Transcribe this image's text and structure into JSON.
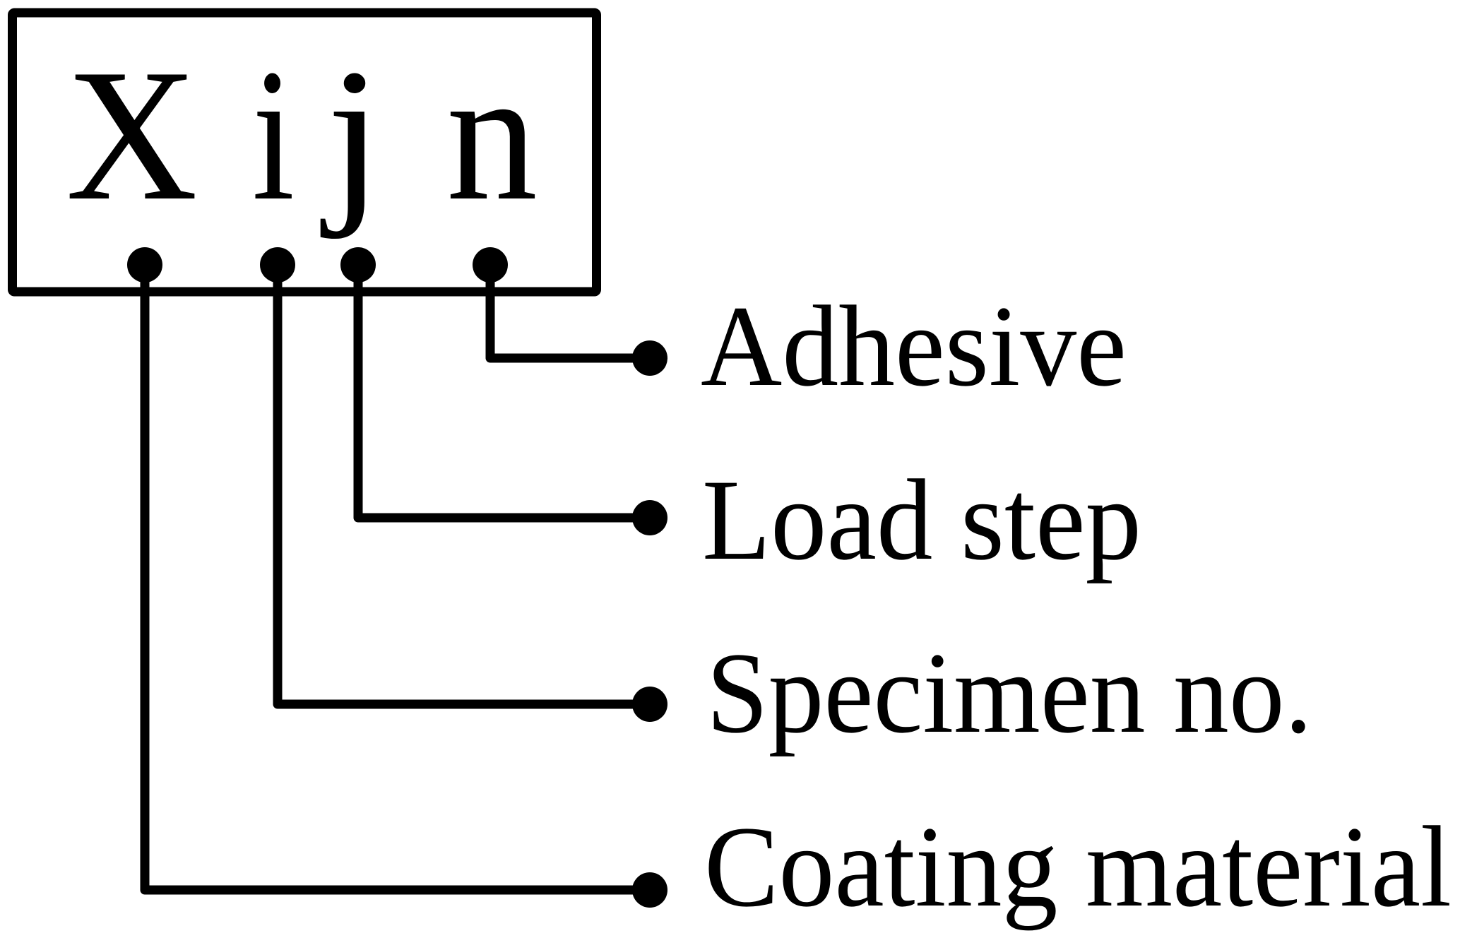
{
  "diagram": {
    "title": "Specimen naming convention",
    "code": {
      "letters": [
        "X",
        "i",
        "j",
        "n"
      ]
    },
    "labels": [
      {
        "id": "adhesive",
        "text": "Adhesive",
        "code_letter": "n"
      },
      {
        "id": "load-step",
        "text": "Load step",
        "code_letter": "j"
      },
      {
        "id": "specimen-no",
        "text": "Specimen no.",
        "code_letter": "i"
      },
      {
        "id": "coating-material",
        "text": "Coating material",
        "code_letter": "X"
      }
    ],
    "colors": {
      "line": "#000000",
      "background": "#ffffff"
    }
  }
}
